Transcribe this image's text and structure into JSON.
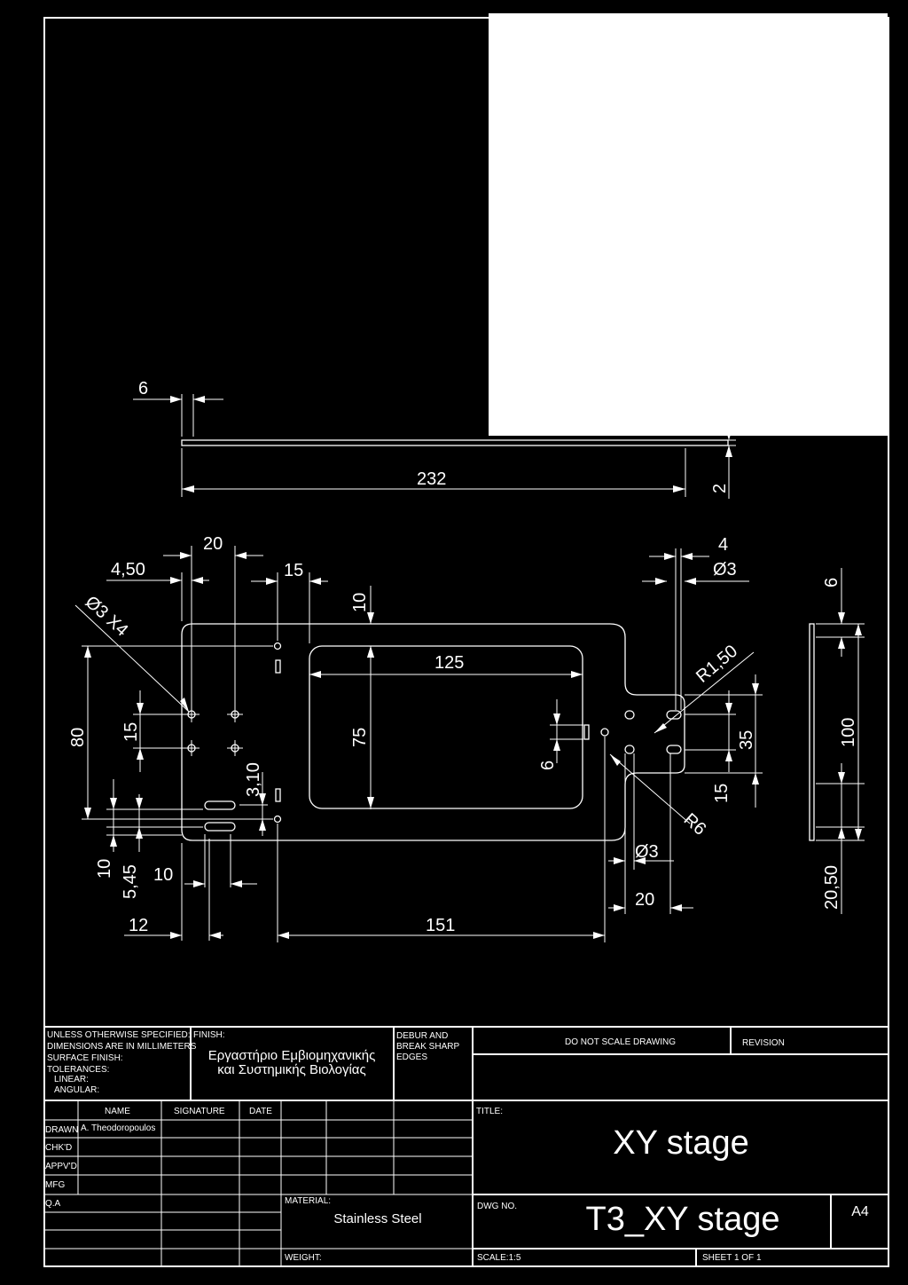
{
  "dimensions": {
    "top_thickness_gap": "6",
    "overall_length": "232",
    "plate_thickness": "2",
    "hole_spacing_20": "20",
    "offset_4_50": "4,50",
    "offset_15": "15",
    "hole_spec_left": "Ø3 X4",
    "offset_10_top": "10",
    "window_width": "125",
    "height_80": "80",
    "hole_spacing_15": "15",
    "window_height": "75",
    "offset_3_10": "3,10",
    "slot_10": "10",
    "slot_5_45": "5,45",
    "slot_10_b": "10",
    "offset_12": "12",
    "length_151": "151",
    "slot_6": "6",
    "right_4": "4",
    "right_dia": "Ø3",
    "radius_1_50": "R1,50",
    "height_35": "35",
    "height_15": "15",
    "radius_6": "R6",
    "lower_dia": "Ø3",
    "offset_20_right": "20",
    "side_6": "6",
    "side_100": "100",
    "side_20_50": "20,50"
  },
  "title_block": {
    "general_notes": [
      "UNLESS OTHERWISE SPECIFIED:",
      "DIMENSIONS ARE IN MILLIMETERS",
      "SURFACE FINISH:",
      "TOLERANCES:",
      "LINEAR:",
      "ANGULAR:"
    ],
    "finish_label": "FINISH:",
    "finish_lines": [
      "Εργαστήριο Εμβιομηχανικής",
      "και Συστημικής Βιολογίας"
    ],
    "debur_lines": [
      "DEBUR AND",
      "BREAK SHARP",
      "EDGES"
    ],
    "do_not_scale": "DO NOT SCALE DRAWING",
    "revision_label": "REVISION",
    "col_name": "NAME",
    "col_signature": "SIGNATURE",
    "col_date": "DATE",
    "row_drawn": "DRAWN",
    "drawn_name": "A. Theodoropoulos",
    "row_checked": "CHK'D",
    "row_approved": "APPV'D",
    "row_mfg": "MFG",
    "row_qa": "Q.A",
    "title_label": "TITLE:",
    "title": "XY stage",
    "material_label": "MATERIAL:",
    "material": "Stainless Steel",
    "dwg_no_label": "DWG NO.",
    "dwg_no": "T3_XY stage",
    "sheet_size": "A4",
    "weight_label": "WEIGHT:",
    "scale": "SCALE:1:5",
    "sheet": "SHEET 1 OF 1"
  },
  "colors": {
    "background": "#000000",
    "line": "#ffffff"
  }
}
